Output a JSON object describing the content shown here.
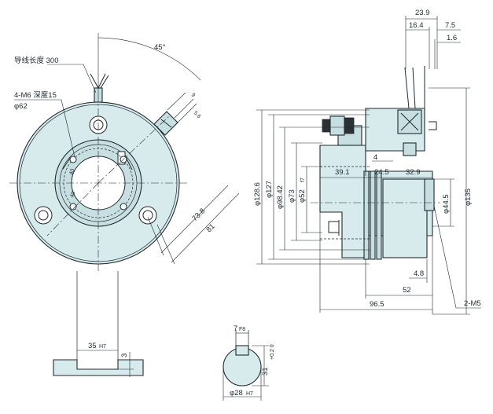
{
  "labels": {
    "lead_wire": "导线长度 300",
    "tapped_holes": "4-M6 深度15",
    "pcd": "φ62",
    "angle_45": "45°",
    "dim_9": "9",
    "dim_5_6": "5.6",
    "dim_40_a": "40",
    "dim_40_b": "40",
    "dim_73_8": "73.8",
    "dim_81": "81",
    "dim_35": "35",
    "dim_35_tol": "H7",
    "dim_3": "3",
    "dim_7": "7",
    "dim_7_tol": "F8",
    "dim_31": "31",
    "dim_31_tol": "+0.2 0",
    "dim_28": "φ28",
    "dim_28_tol": "H7",
    "dim_23_9": "23.9",
    "dim_16_4": "16.4",
    "dim_7_5": "7.5",
    "dim_1_6": "1.6",
    "dim_4": "4",
    "dim_39_1": "39.1",
    "dim_24_5": "24.5",
    "dim_32_9": "32.9",
    "dia_128_6": "φ128.6",
    "dia_127": "φ127",
    "dia_98_42": "φ98.42",
    "dia_73": "φ73",
    "dia_52": "φ52",
    "dia_52_tol": "f7",
    "dia_44_5": "φ44.5",
    "dia_135": "φ135",
    "dim_4_8": "4.8",
    "dim_52": "52",
    "dim_96_5": "96.5",
    "screws_2_m5": "2-M5"
  }
}
